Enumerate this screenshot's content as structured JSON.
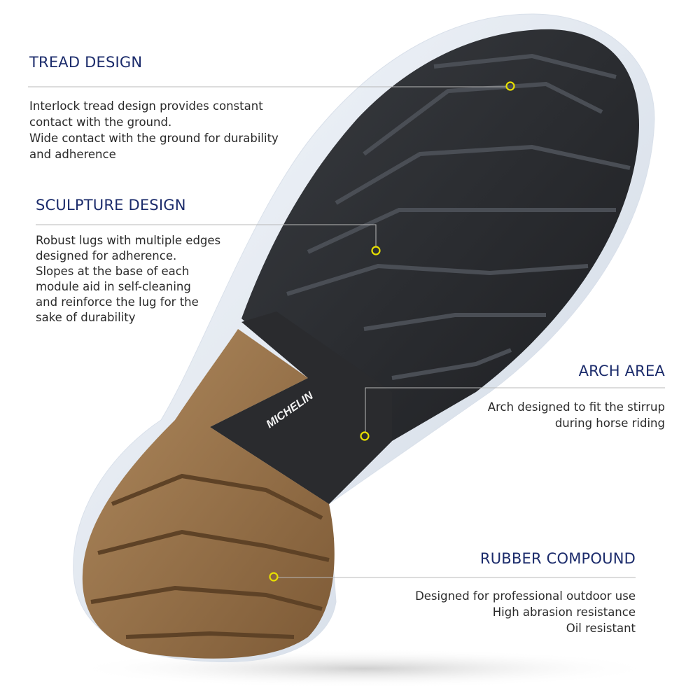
{
  "brand_logo": "MICHELIN",
  "accent_color": "#1b2b6b",
  "marker_color": "#e8e000",
  "features": [
    {
      "title": "TREAD DESIGN",
      "lines": [
        "Interlock tread design provides constant",
        "contact with the ground.",
        "Wide contact with the ground for durability",
        "and adherence"
      ]
    },
    {
      "title": "SCULPTURE DESIGN",
      "lines": [
        "Robust lugs with multiple edges",
        "designed for adherence.",
        "Slopes at the base of each",
        "module aid in self-cleaning",
        "and reinforce the lug for the",
        "sake of durability"
      ]
    },
    {
      "title": "ARCH AREA",
      "lines": [
        "Arch designed to fit the stirrup",
        "during horse riding"
      ]
    },
    {
      "title": "RUBBER COMPOUND",
      "lines": [
        "Designed for professional outdoor use",
        "High abrasion resistance",
        "Oil resistant"
      ]
    }
  ]
}
